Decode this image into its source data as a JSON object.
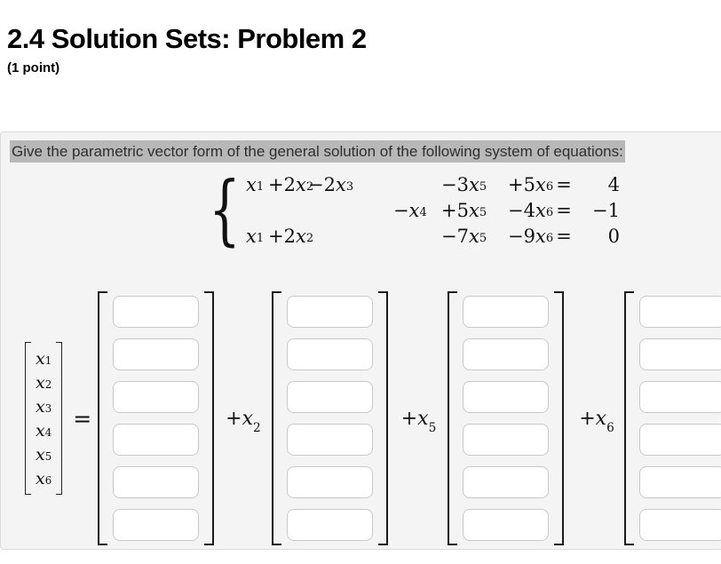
{
  "header": {
    "title": "2.4 Solution Sets: Problem 2",
    "points": "(1 point)"
  },
  "problem": {
    "prompt": "Give the parametric vector form of the general solution of the following system of equations:",
    "system": {
      "brace": "{",
      "rows": [
        {
          "c1": "x_1",
          "c2": "+2x_2",
          "c3": "−2x_3",
          "c4": "",
          "c5": "−3x_5",
          "c6": "+5x_6",
          "eq": "=",
          "rhs": "4"
        },
        {
          "c1": "",
          "c2": "",
          "c3": "",
          "c4": "−x_4",
          "c5": "+5x_5",
          "c6": "−4x_6",
          "eq": "=",
          "rhs": "−1"
        },
        {
          "c1": "x_1",
          "c2": "+2x_2",
          "c3": "",
          "c4": "",
          "c5": "−7x_5",
          "c6": "−9x_6",
          "eq": "=",
          "rhs": "0"
        }
      ]
    },
    "vector_equation": {
      "lhs": [
        "x_1",
        "x_2",
        "x_3",
        "x_4",
        "x_5",
        "x_6"
      ],
      "equals": "=",
      "scalars": [
        "+x_2",
        "+x_5",
        "+x_6"
      ],
      "columns": [
        {
          "name": "particular-solution-vector",
          "inputs": [
            "",
            "",
            "",
            "",
            "",
            ""
          ]
        },
        {
          "name": "x2-direction-vector",
          "inputs": [
            "",
            "",
            "",
            "",
            "",
            ""
          ]
        },
        {
          "name": "x5-direction-vector",
          "inputs": [
            "",
            "",
            "",
            "",
            "",
            ""
          ]
        },
        {
          "name": "x6-direction-vector",
          "inputs": [
            "",
            "",
            "",
            "",
            "",
            ""
          ]
        }
      ]
    }
  },
  "colors": {
    "panel_bg": "#f4f4f4",
    "panel_border": "#dcdcdc",
    "selection_highlight": "#b8b8b8",
    "input_border": "#c9c9c9",
    "math_ink": "#111111"
  }
}
